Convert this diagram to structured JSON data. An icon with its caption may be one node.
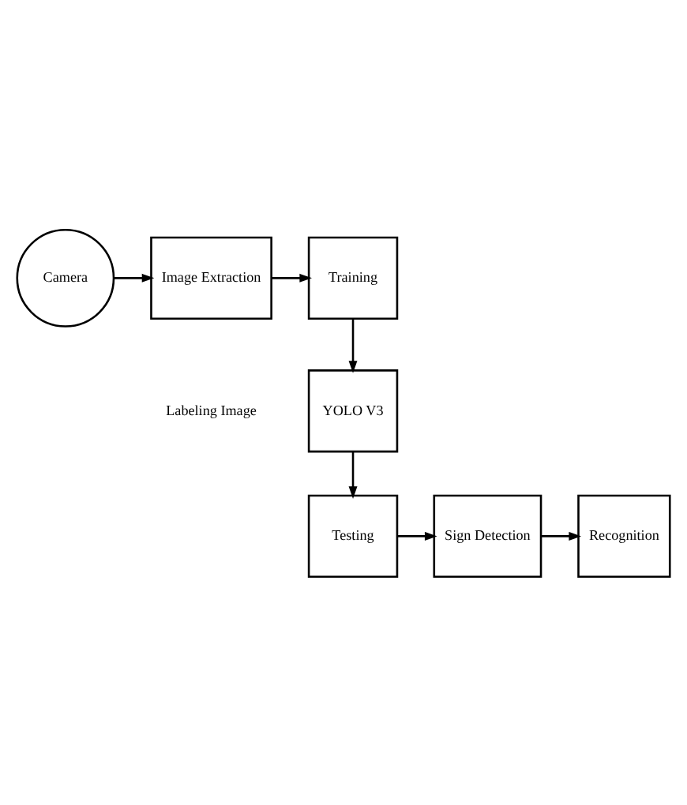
{
  "diagram": {
    "nodes": [
      {
        "text": [
          "Camera"
        ]
      },
      {
        "text": [
          "Image Extraction"
        ]
      },
      {
        "text": [
          "Training"
        ]
      },
      {
        "text": [
          "YOLO V3"
        ]
      },
      {
        "text": [
          "Testing"
        ]
      },
      {
        "text": [
          "Sign Detection"
        ]
      },
      {
        "text": [
          "Recognition"
        ]
      }
    ],
    "edges": [
      {
        "from": 0,
        "to": 1,
        "arrow": "to"
      },
      {
        "from": 1,
        "to": 2,
        "arrow": "to"
      },
      {
        "from": 2,
        "to": 3,
        "arrow": "to"
      },
      {
        "from": 3,
        "to": 4,
        "arrow": "to"
      },
      {
        "from": 4,
        "to": 5,
        "arrow": "to"
      },
      {
        "from": 5,
        "to": 6,
        "arrow": "to"
      }
    ],
    "labels": [
      "Labeling Image"
    ]
  }
}
